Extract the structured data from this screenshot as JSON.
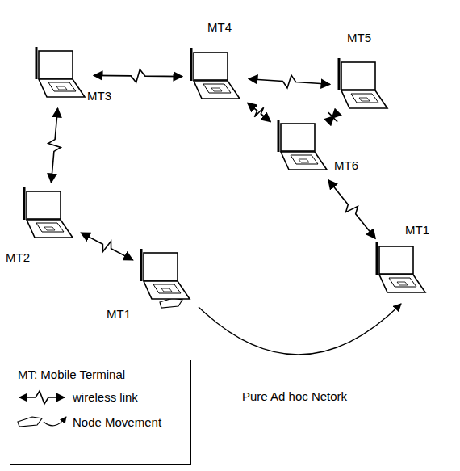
{
  "diagram": {
    "nodes": [
      {
        "text": [
          "MT4"
        ]
      },
      {
        "text": [
          "MT5"
        ]
      },
      {
        "text": [
          "MT3"
        ]
      },
      {
        "text": [
          "MT6"
        ]
      },
      {
        "text": [
          "MT1"
        ]
      },
      {
        "text": [
          "MT2"
        ]
      },
      {
        "text": [
          "MT1"
        ]
      }
    ],
    "edges": [
      {
        "from": 2,
        "to": 0,
        "arrow": "both"
      },
      {
        "from": 0,
        "to": 1,
        "arrow": "both"
      },
      {
        "from": 0,
        "to": 3,
        "arrow": "both"
      },
      {
        "from": 1,
        "to": 3,
        "arrow": "both"
      },
      {
        "from": 3,
        "to": 4,
        "arrow": "both"
      },
      {
        "from": 2,
        "to": 5,
        "arrow": "both"
      },
      {
        "from": 5,
        "to": 6,
        "arrow": "both"
      },
      {
        "from": 6,
        "to": 4,
        "arrow": "to"
      }
    ],
    "labels": [
      "Pure Ad hoc Netork"
    ],
    "legend": [
      {
        "text": "MT: Mobile Terminal"
      },
      {
        "text": "wireless link"
      },
      {
        "text": "Node Movement"
      }
    ]
  }
}
